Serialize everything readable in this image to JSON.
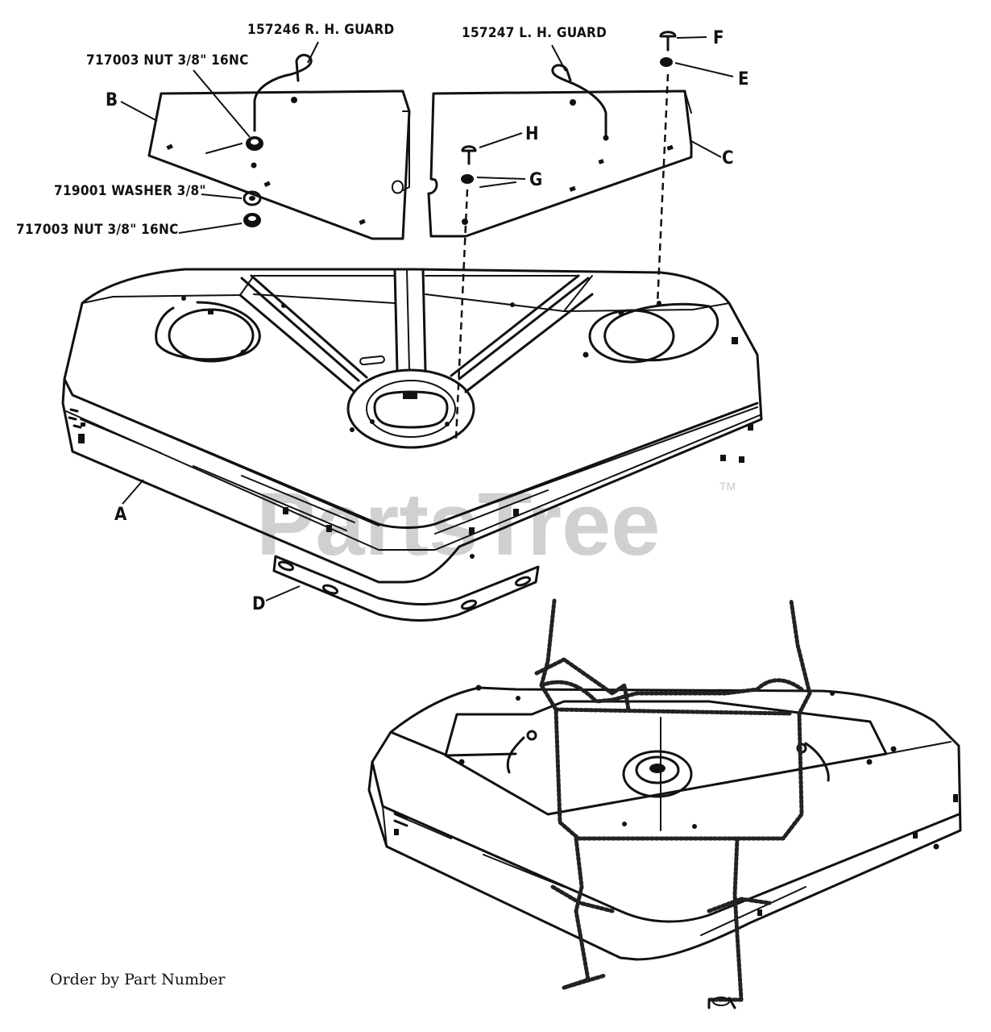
{
  "labels": {
    "rh_guard": "157246 R. H. GUARD",
    "lh_guard": "157247 L. H. GUARD",
    "nut_top": "717003 NUT  3/8\" 16NC",
    "washer": "719001 WASHER 3/8\"",
    "nut_bottom": "717003 NUT 3/8\" 16NC",
    "letter_a": "A",
    "letter_b": "B",
    "letter_c": "C",
    "letter_d": "D",
    "letter_e": "E",
    "letter_f": "F",
    "letter_g": "G",
    "letter_h": "H"
  },
  "footer": {
    "note": "Order by Part Number"
  },
  "watermark": {
    "text": "PartsTree",
    "trademark": "TM"
  }
}
